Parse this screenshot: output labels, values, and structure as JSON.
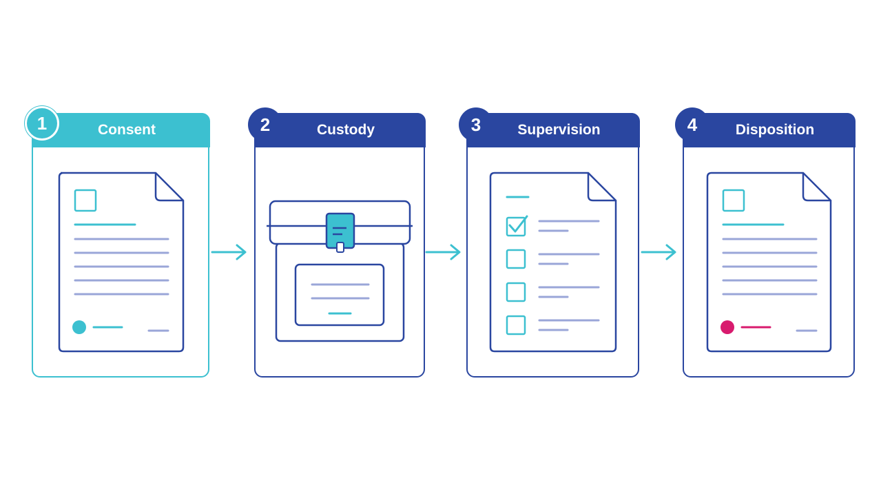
{
  "steps": [
    {
      "number": "1",
      "title": "Consent"
    },
    {
      "number": "2",
      "title": "Custody"
    },
    {
      "number": "3",
      "title": "Supervision"
    },
    {
      "number": "4",
      "title": "Disposition"
    }
  ],
  "colors": {
    "navy": "#2a46a0",
    "teal": "#3cc0d0",
    "lavender": "#9aa6d8",
    "magenta": "#d81b6e"
  }
}
